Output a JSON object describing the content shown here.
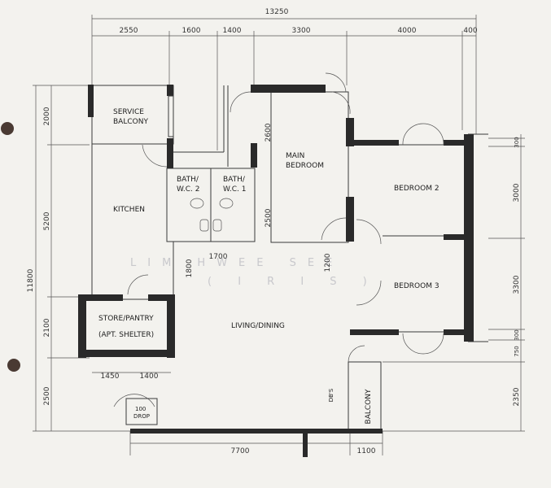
{
  "dimensions": {
    "overall_top": "13250",
    "top_segments": [
      "2550",
      "1600",
      "1400",
      "3300",
      "4000",
      "400"
    ],
    "left_overall": "11800",
    "left_segments": [
      "2000",
      "5200",
      "2100",
      "2500"
    ],
    "right_segments": [
      "300",
      "3000",
      "3300",
      "300",
      "750",
      "2350"
    ],
    "inner": {
      "main_bedroom_upper": "2600",
      "main_bedroom_lower": "2500",
      "bath_width": "1700",
      "kitchen_bottom": "1800",
      "passage": "1200",
      "store_left": "1450",
      "store_right": "1400",
      "bottom_living": "7700",
      "bottom_balcony": "1100"
    }
  },
  "rooms": {
    "service_balcony": [
      "SERVICE",
      "BALCONY"
    ],
    "kitchen": "KITCHEN",
    "bath2": [
      "BATH/",
      "W.C. 2"
    ],
    "bath1": [
      "BATH/",
      "W.C. 1"
    ],
    "main_bedroom": [
      "MAIN",
      "BEDROOM"
    ],
    "bedroom2": "BEDROOM 2",
    "bedroom3": "BEDROOM 3",
    "store": [
      "STORE/PANTRY",
      "(APT. SHELTER)"
    ],
    "living_dining": "LIVING/DINING",
    "balcony": "BALCONY",
    "refuse": [
      "100",
      "DROP"
    ],
    "dbs": "DB'S"
  },
  "watermark": [
    "LIM HWEE SEE",
    "( I R I S )"
  ],
  "colors": {
    "paper": "#f3f2ee",
    "ink": "#2a2a2a"
  }
}
